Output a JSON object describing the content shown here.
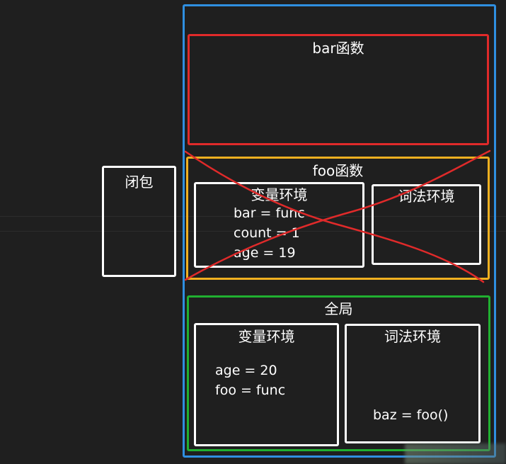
{
  "diagram": {
    "colors": {
      "background": "#1f1f1f",
      "call_stack_border": "#2f8fe0",
      "bar_border": "#e02a2a",
      "foo_border": "#f0b020",
      "global_border": "#20b030",
      "env_border": "#ffffff",
      "cross_out": "#e02a2a"
    },
    "closure": {
      "title": "闭包"
    },
    "bar_context": {
      "title": "bar函数"
    },
    "foo_context": {
      "title": "foo函数",
      "crossed_out": true,
      "variable_env": {
        "title": "变量环境",
        "entries": [
          "bar = func",
          "count = 1",
          "age = 19"
        ]
      },
      "lexical_env": {
        "title": "词法环境",
        "entries": []
      }
    },
    "global_context": {
      "title": "全局",
      "variable_env": {
        "title": "变量环境",
        "entries": [
          "age = 20",
          "foo = func"
        ]
      },
      "lexical_env": {
        "title": "词法环境",
        "entries": [
          "baz = foo()"
        ]
      }
    }
  }
}
